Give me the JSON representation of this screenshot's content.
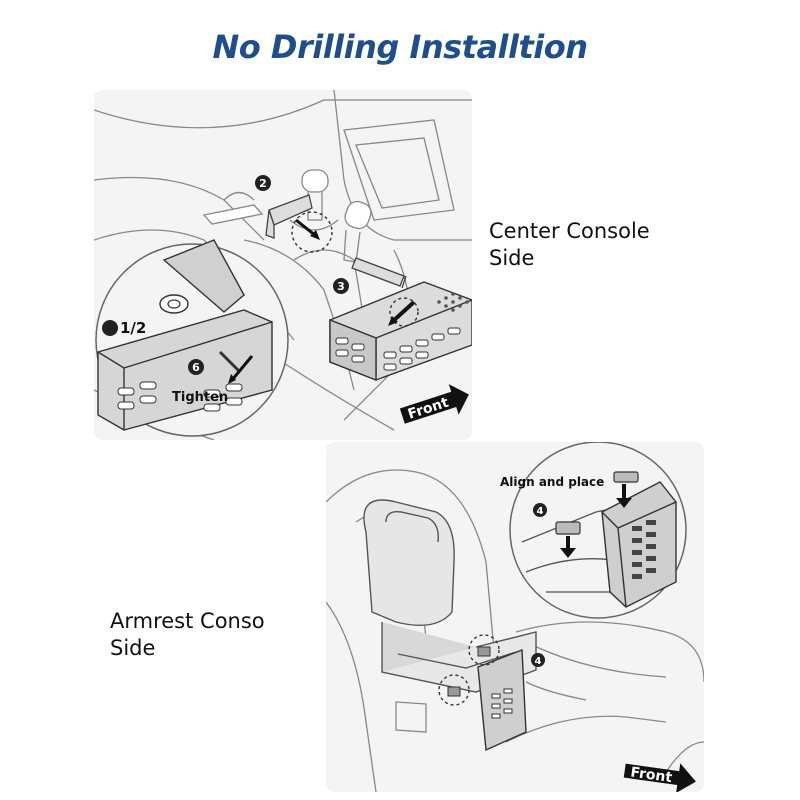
{
  "title": "No Drilling Installtion",
  "center_console": {
    "label_line1": "Center Console",
    "label_line2": "Side",
    "steps": {
      "step_1_2": "1/2",
      "step_2": "2",
      "step_3": "3",
      "step_6": "6"
    },
    "tighten_label": "Tighten",
    "front_label": "Front"
  },
  "armrest": {
    "label_line1": "Armrest Conso",
    "label_line2": "Side",
    "align_label": "Align and place",
    "step_4": "4",
    "front_label": "Front"
  }
}
